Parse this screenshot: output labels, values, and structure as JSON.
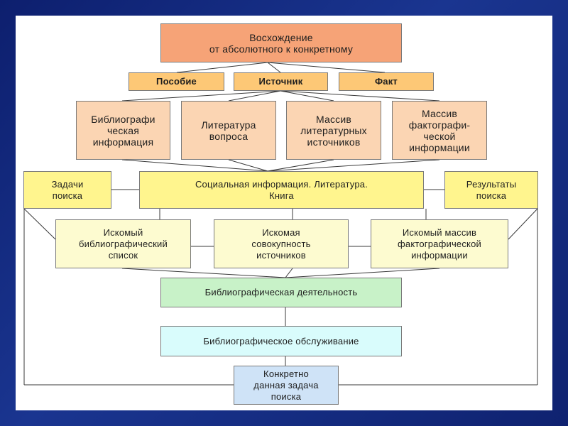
{
  "diagram": {
    "top": "Восхождение\nот абсолютного к конкретному",
    "level2": [
      "Пособие",
      "Источник",
      "Факт"
    ],
    "level3": [
      "Библиографи\nческая\nинформация",
      "Литература\nвопроса",
      "Массив\nлитературных\nисточников",
      "Массив\nфактографи-\nческой\nинформации"
    ],
    "row4": {
      "left": "Задачи\nпоиска",
      "center": "Социальная информация. Литература.\nКнига",
      "right": "Результаты\nпоиска"
    },
    "level5": [
      "Искомый\nбиблиографический\nсписок",
      "Искомая\nсовокупность\nисточников",
      "Искомый массив\nфактографической\nинформации"
    ],
    "activity": "Библиографическая деятельность",
    "service": "Библиографическое обслуживание",
    "task": "Конкретно\nданная задача\nпоиска"
  },
  "colors": {
    "background": "#1a3590",
    "top": "#f6a377",
    "level2": "#fdc876",
    "level3": "#fbd5b3",
    "row4": "#fff58e",
    "level5": "#fdfbd0",
    "activity": "#c8f2c8",
    "service": "#d9fcfc",
    "task": "#cfe3f7"
  }
}
